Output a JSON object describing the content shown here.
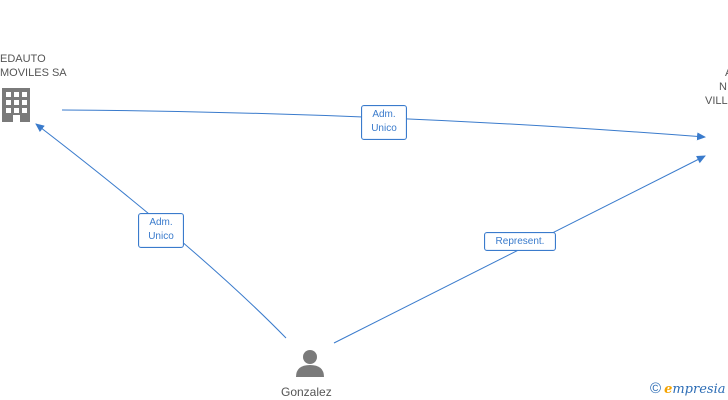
{
  "nodes": {
    "company_left": {
      "line1": "EDAUTO",
      "line2": "MOVILES SA",
      "icon": "building-icon"
    },
    "company_right": {
      "line1": "A",
      "line2": "N",
      "line3": "VILL",
      "icon": "building-icon"
    },
    "person": {
      "name": "Gonzalez",
      "icon": "person-icon"
    }
  },
  "edges": [
    {
      "from": "company_left",
      "to": "company_right",
      "label_line1": "Adm.",
      "label_line2": "Unico"
    },
    {
      "from": "person",
      "to": "company_left",
      "label_line1": "Adm.",
      "label_line2": "Unico"
    },
    {
      "from": "person",
      "to": "company_right",
      "label_line1": "Represent."
    }
  ],
  "watermark": {
    "copyright": "©",
    "brand_initial": "e",
    "brand_rest": "mpresia"
  },
  "colors": {
    "edge": "#3a7bcc",
    "icon": "#7a7a7a",
    "text": "#555555",
    "brand_accent": "#f4a300"
  }
}
